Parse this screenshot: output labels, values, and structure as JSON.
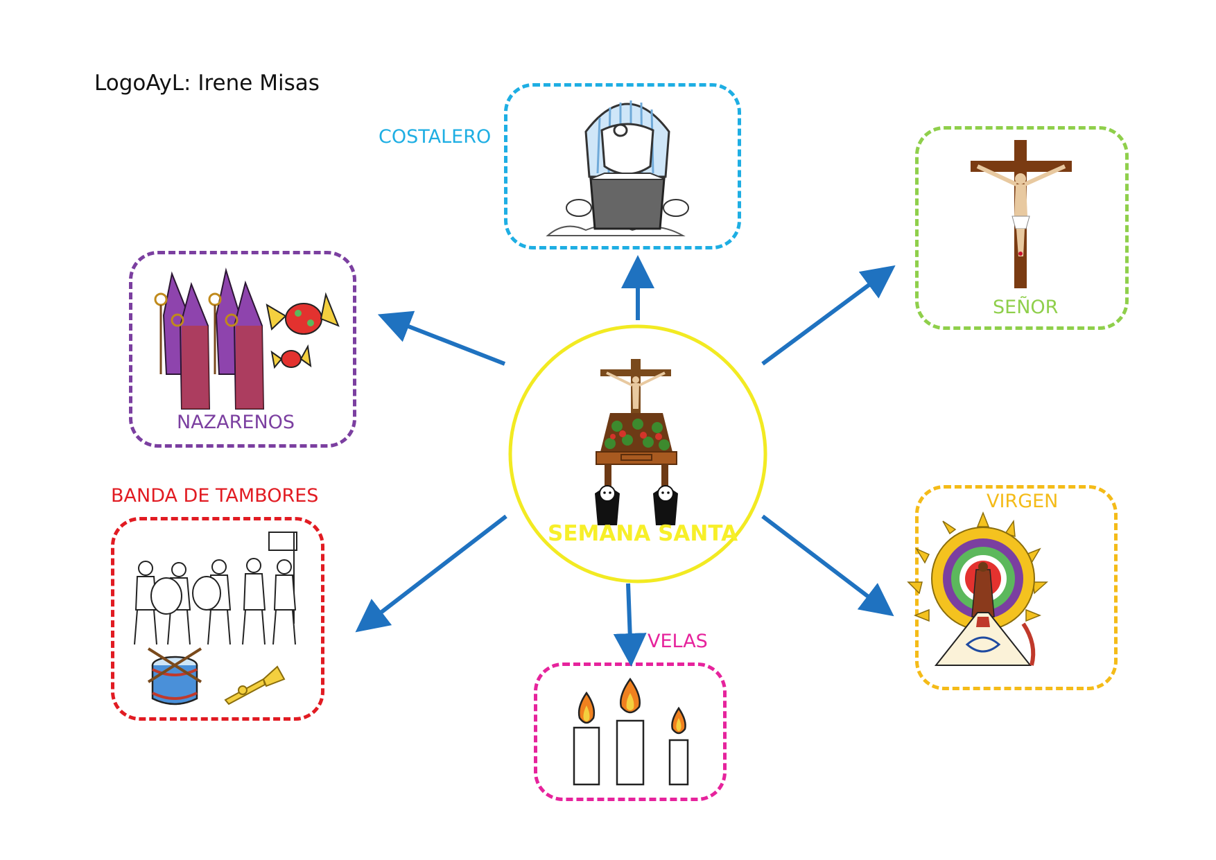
{
  "author": "LogoAyL: Irene Misas",
  "center": {
    "label": "SEMANA SANTA",
    "color": "#f2ea22",
    "icon": "procession-float-icon"
  },
  "arrow_color": "#1f72c0",
  "nodes": [
    {
      "id": "costalero",
      "label": "COSTALERO",
      "color": "#1eaee3",
      "icon": "costalero-bearer-icon"
    },
    {
      "id": "senor",
      "label": "SEÑOR",
      "color": "#8fcf4b",
      "icon": "crucifix-icon"
    },
    {
      "id": "nazarenos",
      "label": "NAZARENOS",
      "color": "#7b3fa0",
      "icon": "nazarenos-candy-icon"
    },
    {
      "id": "banda",
      "label": "BANDA DE TAMBORES",
      "color": "#e11b22",
      "icon": "drum-band-icon"
    },
    {
      "id": "velas",
      "label": "VELAS",
      "color": "#e6239c",
      "icon": "candles-icon"
    },
    {
      "id": "virgen",
      "label": "VIRGEN",
      "color": "#f4bb18",
      "icon": "virgin-icon"
    }
  ]
}
